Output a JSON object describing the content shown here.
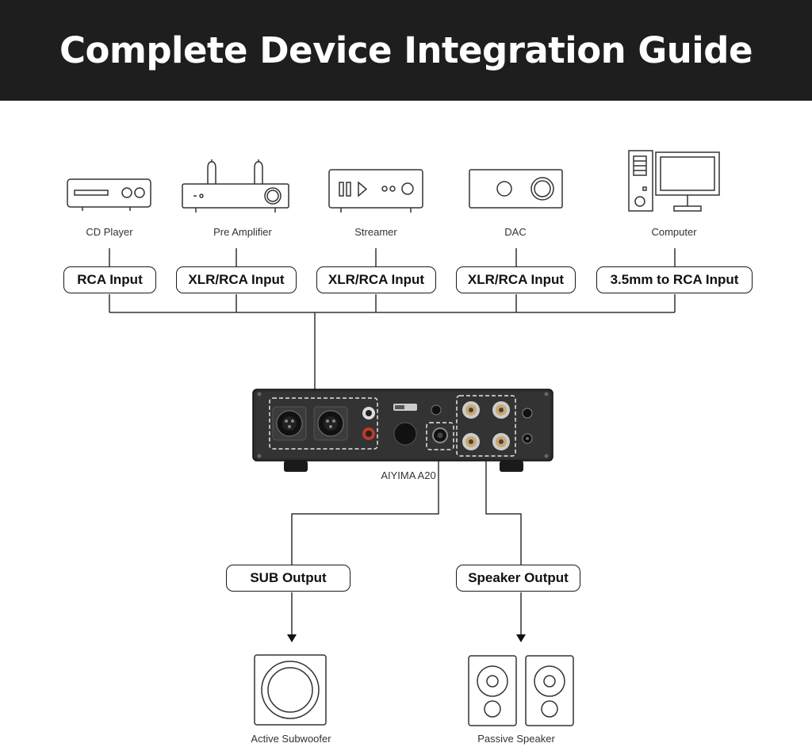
{
  "title": "Complete Device Integration Guide",
  "sources": [
    {
      "label": "CD Player",
      "input": "RCA Input",
      "icon": "cd-player-icon"
    },
    {
      "label": "Pre Amplifier",
      "input": "XLR/RCA Input",
      "icon": "pre-amplifier-icon"
    },
    {
      "label": "Streamer",
      "input": "XLR/RCA Input",
      "icon": "streamer-icon"
    },
    {
      "label": "DAC",
      "input": "XLR/RCA Input",
      "icon": "dac-icon"
    },
    {
      "label": "Computer",
      "input": "3.5mm to RCA Input",
      "icon": "computer-icon"
    }
  ],
  "device": {
    "label": "AIYIMA A20",
    "icon": "amplifier-rear-panel"
  },
  "outputs": [
    {
      "label": "SUB Output",
      "device": "Active Subwoofer",
      "icon": "subwoofer-icon"
    },
    {
      "label": "Speaker Output",
      "device": "Passive Speaker",
      "icon": "passive-speaker-icon"
    }
  ]
}
